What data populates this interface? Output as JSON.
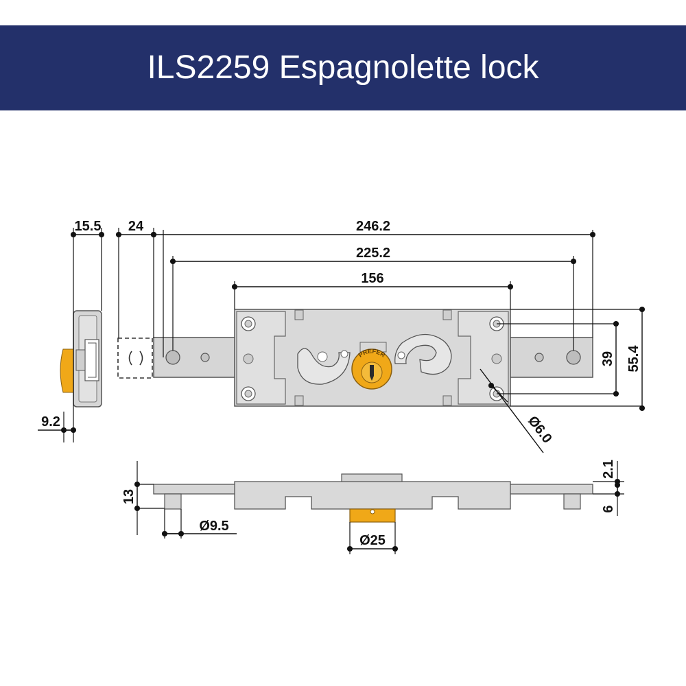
{
  "header": {
    "title": "ILS2259 Espagnolette lock",
    "background": "#23306a",
    "text_color": "#ffffff"
  },
  "colors": {
    "body_fill": "#d4d4d4",
    "body_stroke": "#555555",
    "cylinder": "#f0a818",
    "dimension_line": "#111111"
  },
  "cylinder_brand": "PREFER",
  "dimensions": {
    "side_depth": "15.5",
    "side_offset": "24",
    "total_length": "246.2",
    "bolt_hole_spacing": "225.2",
    "case_length": "156",
    "screw_spacing_inner": "39",
    "case_height": "55.4",
    "hole_diameter": "Ø6.0",
    "cylinder_projection": "9.2",
    "body_thickness": "13",
    "bar_thickness": "2.1",
    "bar_height": "6",
    "pin_diameter": "Ø9.5",
    "cylinder_diameter": "Ø25"
  }
}
